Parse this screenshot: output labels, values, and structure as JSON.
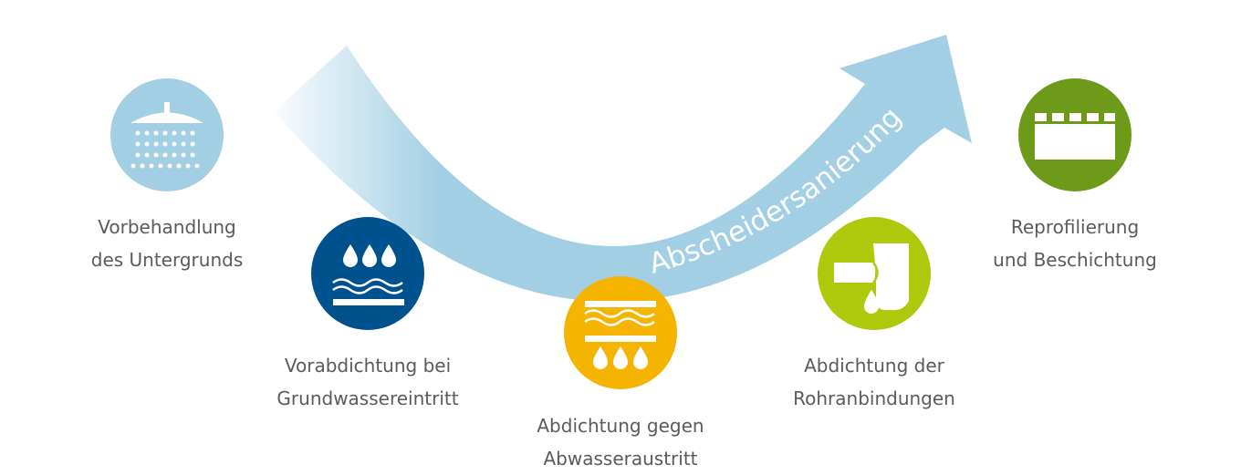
{
  "title": "Abscheidersanierung",
  "steps": [
    {
      "line1": "Vorbehandlung",
      "line2": "des Untergrunds",
      "icon": "shower-icon",
      "color": "#a3cfe4"
    },
    {
      "line1": "Vorabdichtung bei",
      "line2": "Grundwassereintritt",
      "icon": "water-drops-waves-icon",
      "color": "#00528f"
    },
    {
      "line1": "Abdichtung gegen",
      "line2": "Abwasseraustritt",
      "icon": "seal-leak-icon",
      "color": "#f5b400"
    },
    {
      "line1": "Abdichtung der",
      "line2": "Rohranbindungen",
      "icon": "pipe-connection-icon",
      "color": "#aec90b"
    },
    {
      "line1": "Reprofilierung",
      "line2": "und Beschichtung",
      "icon": "coating-icon",
      "color": "#6e9a1a"
    }
  ],
  "arrow_color": "#a3cfe4"
}
